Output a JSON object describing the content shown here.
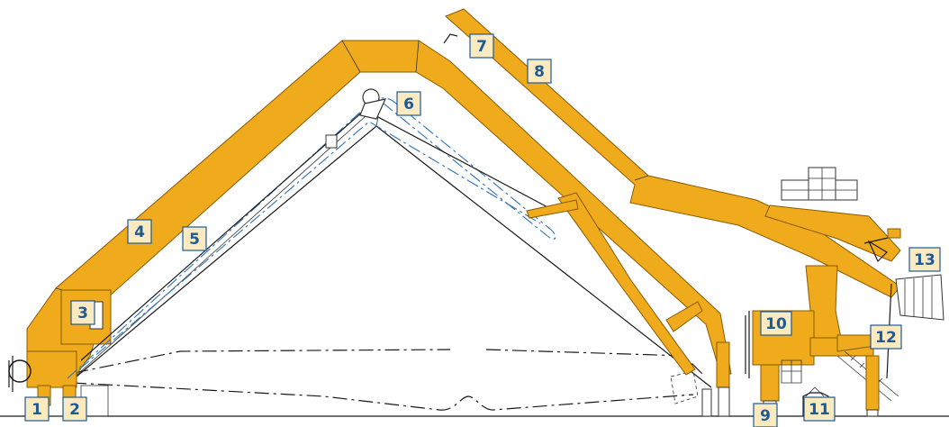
{
  "colors": {
    "structure": "#efab1c",
    "structure_stroke": "#8a5a00",
    "callout_fill": "#fbe9bf",
    "callout_border": "#1d5a96",
    "callout_text": "#1d5a96",
    "guide_line": "#2f72b8"
  },
  "callouts": [
    {
      "id": "c1",
      "label": "1"
    },
    {
      "id": "c2",
      "label": "2"
    },
    {
      "id": "c3",
      "label": "3"
    },
    {
      "id": "c4",
      "label": "4"
    },
    {
      "id": "c5",
      "label": "5"
    },
    {
      "id": "c6",
      "label": "6"
    },
    {
      "id": "c7",
      "label": "7"
    },
    {
      "id": "c8",
      "label": "8"
    },
    {
      "id": "c9",
      "label": "9"
    },
    {
      "id": "c10",
      "label": "10"
    },
    {
      "id": "c11",
      "label": "11"
    },
    {
      "id": "c12",
      "label": "12"
    },
    {
      "id": "c13",
      "label": "13"
    }
  ]
}
